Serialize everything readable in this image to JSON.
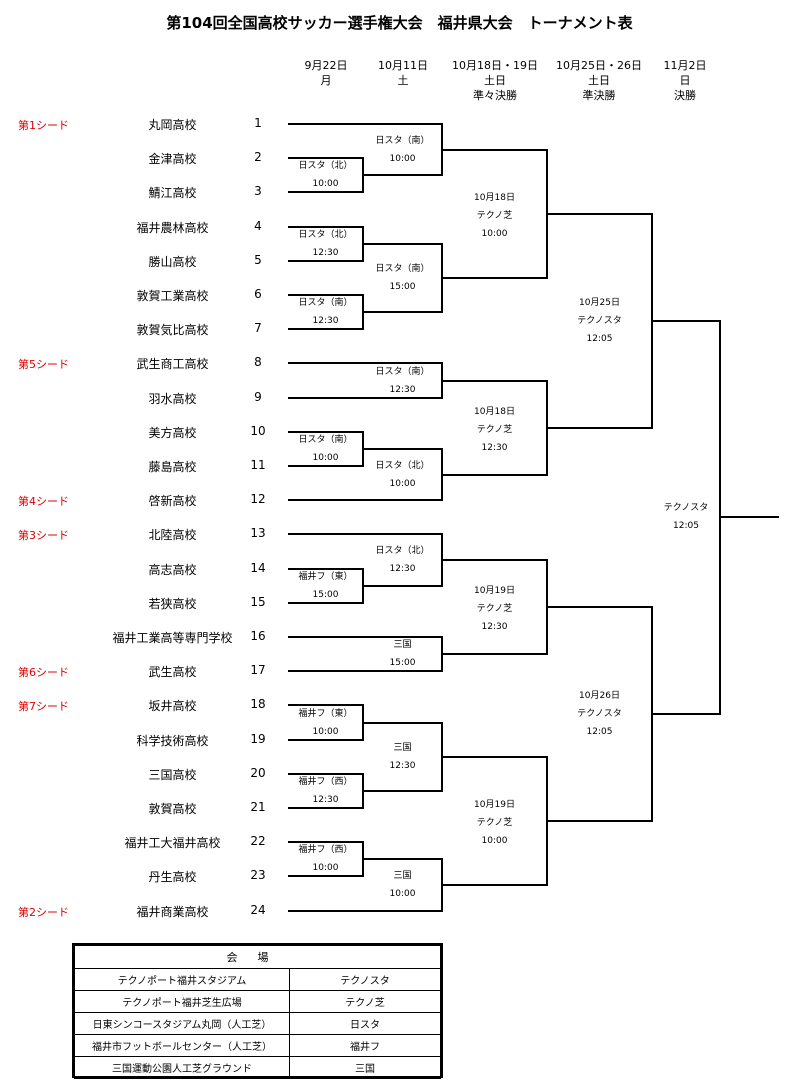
{
  "title": "第104回全国高校サッカー選手権大会　福井県大会　トーナメント表",
  "dates": [
    {
      "d": "9月22日",
      "w": "月",
      "r": ""
    },
    {
      "d": "10月11日",
      "w": "土",
      "r": ""
    },
    {
      "d": "10月18日・19日",
      "w": "土日",
      "r": "準々決勝"
    },
    {
      "d": "10月25日・26日",
      "w": "土日",
      "r": "準決勝"
    },
    {
      "d": "11月2日",
      "w": "日",
      "r": "決勝"
    }
  ],
  "teams": [
    {
      "seed": "第1シード",
      "school": "丸岡高校",
      "no": "1"
    },
    {
      "seed": "",
      "school": "金津高校",
      "no": "2"
    },
    {
      "seed": "",
      "school": "鯖江高校",
      "no": "3"
    },
    {
      "seed": "",
      "school": "福井農林高校",
      "no": "4"
    },
    {
      "seed": "",
      "school": "勝山高校",
      "no": "5"
    },
    {
      "seed": "",
      "school": "敦賀工業高校",
      "no": "6"
    },
    {
      "seed": "",
      "school": "敦賀気比高校",
      "no": "7"
    },
    {
      "seed": "第5シード",
      "school": "武生商工高校",
      "no": "8"
    },
    {
      "seed": "",
      "school": "羽水高校",
      "no": "9"
    },
    {
      "seed": "",
      "school": "美方高校",
      "no": "10"
    },
    {
      "seed": "",
      "school": "藤島高校",
      "no": "11"
    },
    {
      "seed": "第4シード",
      "school": "啓新高校",
      "no": "12"
    },
    {
      "seed": "第3シード",
      "school": "北陸高校",
      "no": "13"
    },
    {
      "seed": "",
      "school": "高志高校",
      "no": "14"
    },
    {
      "seed": "",
      "school": "若狭高校",
      "no": "15"
    },
    {
      "seed": "",
      "school": "福井工業高等専門学校",
      "no": "16"
    },
    {
      "seed": "第6シード",
      "school": "武生高校",
      "no": "17"
    },
    {
      "seed": "第7シード",
      "school": "坂井高校",
      "no": "18"
    },
    {
      "seed": "",
      "school": "科学技術高校",
      "no": "19"
    },
    {
      "seed": "",
      "school": "三国高校",
      "no": "20"
    },
    {
      "seed": "",
      "school": "敦賀高校",
      "no": "21"
    },
    {
      "seed": "",
      "school": "福井工大福井高校",
      "no": "22"
    },
    {
      "seed": "",
      "school": "丹生高校",
      "no": "23"
    },
    {
      "seed": "第2シード",
      "school": "福井商業高校",
      "no": "24"
    }
  ],
  "r1": [
    {
      "v": "日スタ（北）",
      "t": "10:00"
    },
    {
      "v": "日スタ（北）",
      "t": "12:30"
    },
    {
      "v": "日スタ（南）",
      "t": "12:30"
    },
    {
      "v": "日スタ（南）",
      "t": "10:00"
    },
    {
      "v": "福井フ（東）",
      "t": "15:00"
    },
    {
      "v": "福井フ（東）",
      "t": "10:00"
    },
    {
      "v": "福井フ（西）",
      "t": "12:30"
    },
    {
      "v": "福井フ（西）",
      "t": "10:00"
    }
  ],
  "r2": [
    {
      "v": "日スタ（南）",
      "t": "10:00"
    },
    {
      "v": "日スタ（南）",
      "t": "15:00"
    },
    {
      "v": "日スタ（南）",
      "t": "12:30"
    },
    {
      "v": "日スタ（北）",
      "t": "10:00"
    },
    {
      "v": "日スタ（北）",
      "t": "12:30"
    },
    {
      "v": "三国",
      "t": "15:00"
    },
    {
      "v": "三国",
      "t": "12:30"
    },
    {
      "v": "三国",
      "t": "10:00"
    }
  ],
  "qf": [
    {
      "d": "10月18日",
      "v": "テクノ芝",
      "t": "10:00"
    },
    {
      "d": "10月18日",
      "v": "テクノ芝",
      "t": "12:30"
    },
    {
      "d": "10月19日",
      "v": "テクノ芝",
      "t": "12:30"
    },
    {
      "d": "10月19日",
      "v": "テクノ芝",
      "t": "10:00"
    }
  ],
  "sf": [
    {
      "d": "10月25日",
      "v": "テクノスタ",
      "t": "12:05"
    },
    {
      "d": "10月26日",
      "v": "テクノスタ",
      "t": "12:05"
    }
  ],
  "final": {
    "v": "テクノスタ",
    "t": "12:05"
  },
  "venues": {
    "header": "会場",
    "rows": [
      {
        "name": "テクノポート福井スタジアム",
        "abbr": "テクノスタ"
      },
      {
        "name": "テクノポート福井芝生広場",
        "abbr": "テクノ芝"
      },
      {
        "name": "日東シンコースタジアム丸岡（人工芝）",
        "abbr": "日スタ"
      },
      {
        "name": "福井市フットボールセンター（人工芝）",
        "abbr": "福井フ"
      },
      {
        "name": "三国運動公園人工芝グラウンド",
        "abbr": "三国"
      }
    ]
  }
}
